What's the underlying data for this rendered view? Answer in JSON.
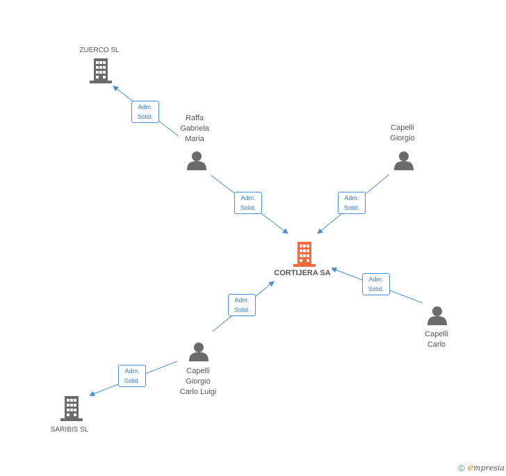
{
  "nodes": {
    "zuerco": {
      "label": "ZUERCO SL",
      "type": "company"
    },
    "raffa": {
      "label": "Raffa\nGabriela\nMaria",
      "type": "person"
    },
    "capelli_giorgio": {
      "label": "Capelli\nGiorgio",
      "type": "person"
    },
    "cortijera": {
      "label": "CORTIJERA SA",
      "type": "focus-company"
    },
    "capelli_carlo": {
      "label": "Capelli\nCarlo",
      "type": "person"
    },
    "capelli_gcl": {
      "label": "Capelli\nGiorgio\nCarlo Luigi",
      "type": "person"
    },
    "saribis": {
      "label": "SARIBIS SL",
      "type": "company"
    }
  },
  "edges": [
    {
      "from": "raffa",
      "to": "zuerco",
      "label_line1": "Adm.",
      "label_line2": "Solid."
    },
    {
      "from": "raffa",
      "to": "cortijera",
      "label_line1": "Adm.",
      "label_line2": "Solid."
    },
    {
      "from": "capelli_giorgio",
      "to": "cortijera",
      "label_line1": "Adm.",
      "label_line2": "Solid."
    },
    {
      "from": "capelli_carlo",
      "to": "cortijera",
      "label_line1": "Adm.",
      "label_line2": "Solid."
    },
    {
      "from": "capelli_gcl",
      "to": "cortijera",
      "label_line1": "Adm.",
      "label_line2": "Solid."
    },
    {
      "from": "capelli_gcl",
      "to": "saribis",
      "label_line1": "Adm.",
      "label_line2": "Solid."
    }
  ],
  "colors": {
    "edge": "#4a8fd6",
    "company_icon": "#6b6b6b",
    "focus_icon": "#f26a3d",
    "person_icon": "#6b6b6b"
  },
  "footer": {
    "copyright": "©",
    "brand_initial": "e",
    "brand_rest": "mpresia"
  }
}
